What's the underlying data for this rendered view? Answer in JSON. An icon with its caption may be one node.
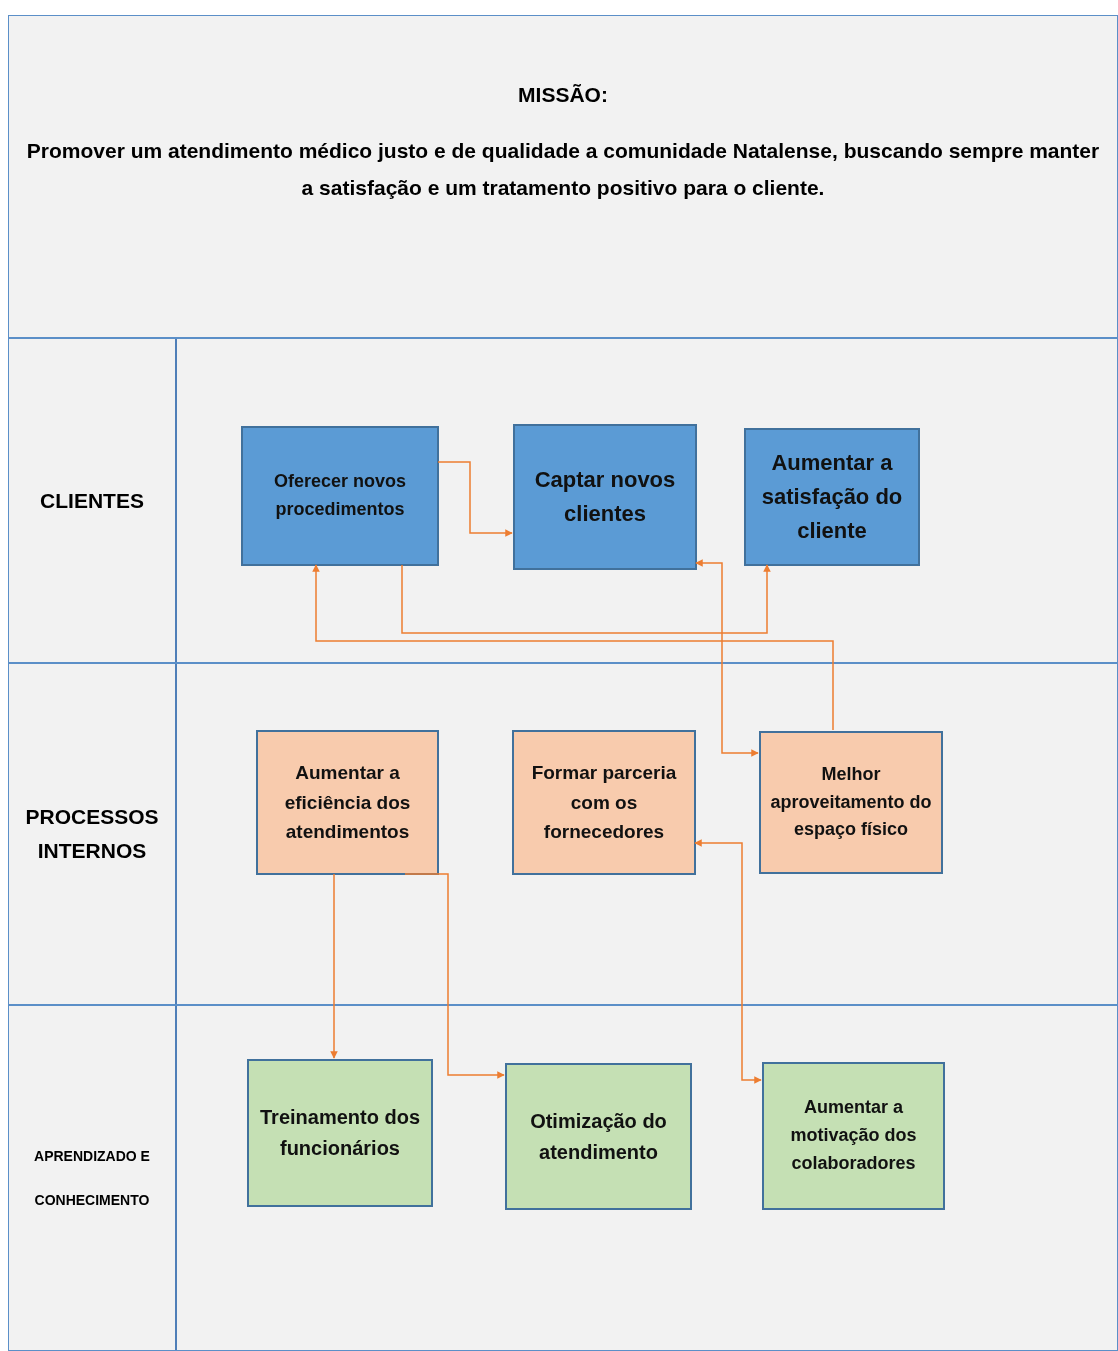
{
  "diagram": {
    "nodes": [
      {
        "text": [
          "MISSÃO:",
          "Promover um atendimento médico justo e de qualidade a comunidade Natalense, buscando sempre manter a satisfação e um tratamento positivo para o cliente."
        ]
      },
      {
        "text": [
          "CLIENTES"
        ]
      },
      {
        "text": [
          "Oferecer novos procedimentos"
        ],
        "in": 1
      },
      {
        "text": [
          "Captar novos clientes"
        ],
        "in": 1
      },
      {
        "text": [
          "Aumentar a satisfação do cliente"
        ],
        "in": 1
      },
      {
        "text": [
          "PROCESSOS INTERNOS"
        ]
      },
      {
        "text": [
          "Aumentar a eficiência dos atendimentos"
        ],
        "in": 5
      },
      {
        "text": [
          "Formar parceria com os fornecedores"
        ],
        "in": 5
      },
      {
        "text": [
          "Melhor aproveitamento do espaço físico"
        ],
        "in": 5
      },
      {
        "text": [
          "APRENDIZADO E CONHECIMENTO"
        ]
      },
      {
        "text": [
          "Treinamento dos funcionários"
        ],
        "in": 9
      },
      {
        "text": [
          "Otimização do atendimento"
        ],
        "in": 9
      },
      {
        "text": [
          "Aumentar a motivação dos colaboradores"
        ],
        "in": 9
      }
    ],
    "edges": [
      {
        "from": 2,
        "to": 3,
        "arrow": "to"
      },
      {
        "from": 3,
        "to": 8,
        "arrow": "both"
      },
      {
        "from": 2,
        "to": 4,
        "arrow": "to"
      },
      {
        "from": 8,
        "to": 2,
        "arrow": "to"
      },
      {
        "from": 6,
        "to": 10,
        "arrow": "to"
      },
      {
        "from": 6,
        "to": 11,
        "arrow": "to"
      },
      {
        "from": 7,
        "to": 12,
        "arrow": "both"
      }
    ]
  }
}
